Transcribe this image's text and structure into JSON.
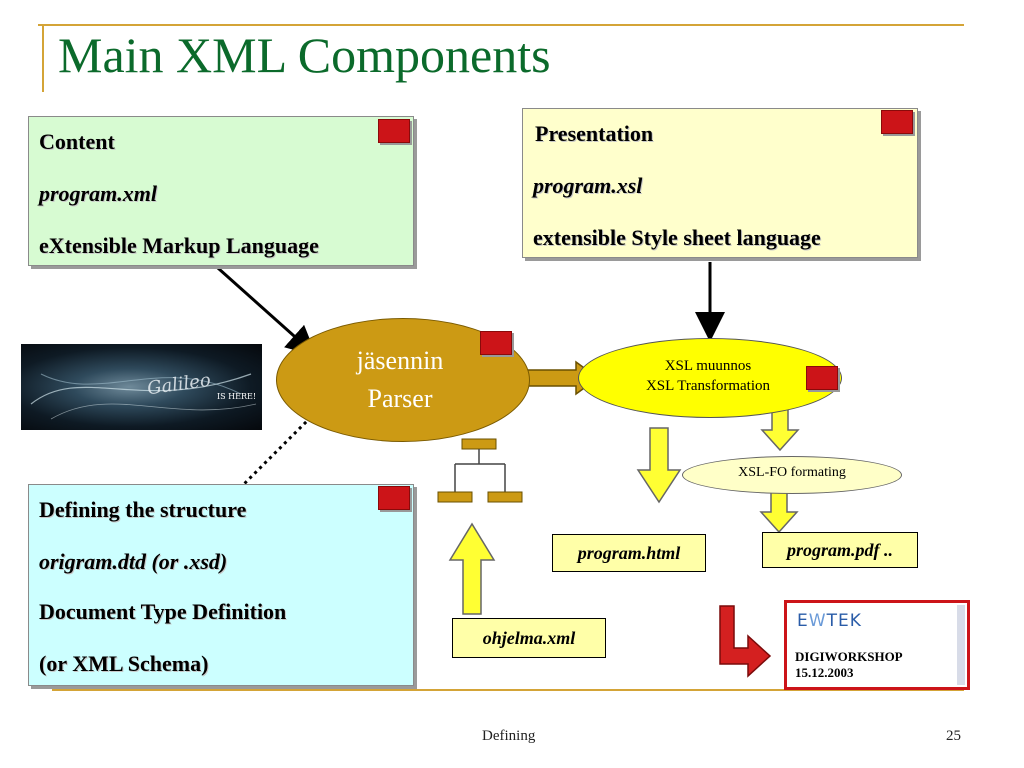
{
  "slide": {
    "title": "Main XML Components",
    "footer_text": "Defining",
    "page_number": "25",
    "colors": {
      "title": "#0b6a2b",
      "rule": "#d4a437",
      "green_box": "#d7fbd2",
      "yellow_box": "#ffffcc",
      "cyan_box": "#ccffff",
      "parser_ellipse": "#cc9a14",
      "xsl_ellipse": "#ffff00"
    }
  },
  "content_box": {
    "heading": "Content",
    "file": "program.xml",
    "description": "eXtensible Markup Language"
  },
  "presentation_box": {
    "heading": "Presentation",
    "file": "program.xsl",
    "description": "extensible Style sheet language"
  },
  "structure_box": {
    "heading": "Defining the structure",
    "file": "origram.dtd (or .xsd)",
    "description": "Document Type Definition",
    "description2": "(or XML Schema)"
  },
  "parser": {
    "line1": "jäsennin",
    "line2": "Parser"
  },
  "xsl_transform": {
    "line1": "XSL muunnos",
    "line2": "XSL Transformation"
  },
  "xsl_fo": {
    "label": "XSL-FO formating"
  },
  "outputs": {
    "html": "program.html",
    "pdf": "program.pdf ..",
    "input": "ohjelma.xml"
  },
  "galileo_image": {
    "text_main": "Galileo",
    "text_sub": "IS HERE!"
  },
  "ewtek_logo": {
    "brand_left": "E",
    "brand_right": "TEK",
    "line1": "DIGIWORKSHOP",
    "line2": "15.12.2003"
  }
}
